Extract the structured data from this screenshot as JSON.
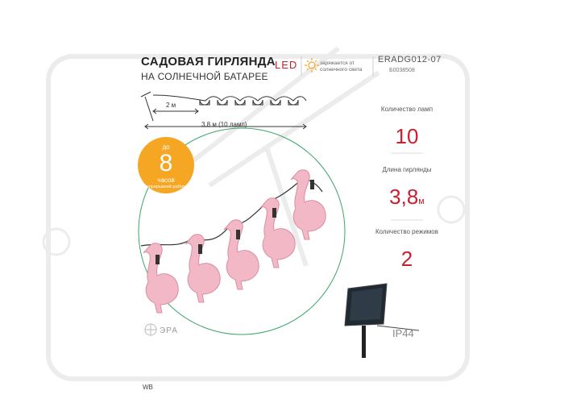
{
  "header": {
    "title": "САДОВАЯ ГИРЛЯНДА",
    "subtitle": "НА СОЛНЕЧНОЙ БАТАРЕЕ",
    "led_label": "LED",
    "solar_note": "заряжается от солнечного света",
    "model": "ERADG012-07",
    "article": "Б0038508"
  },
  "dimensions": {
    "wire_length": "2 м",
    "total_length": "3,8 м (10 ламп)"
  },
  "badge": {
    "prefix": "до",
    "number": "8",
    "unit": "часов",
    "note": "непрерывной работы"
  },
  "specs": [
    {
      "label": "Количество ламп",
      "value": "10",
      "unit": ""
    },
    {
      "label": "Длина гирлянды",
      "value": "3,8",
      "unit": "м"
    },
    {
      "label": "Количество режимов",
      "value": "2",
      "unit": ""
    }
  ],
  "brand": "ЭРА",
  "ip_rating": "IP44",
  "footer_mark": "WB",
  "colors": {
    "accent_red": "#c8202f",
    "badge_orange": "#f5a623",
    "circle_green": "#3aa66a",
    "flamingo_pink": "#f2b8c6"
  }
}
